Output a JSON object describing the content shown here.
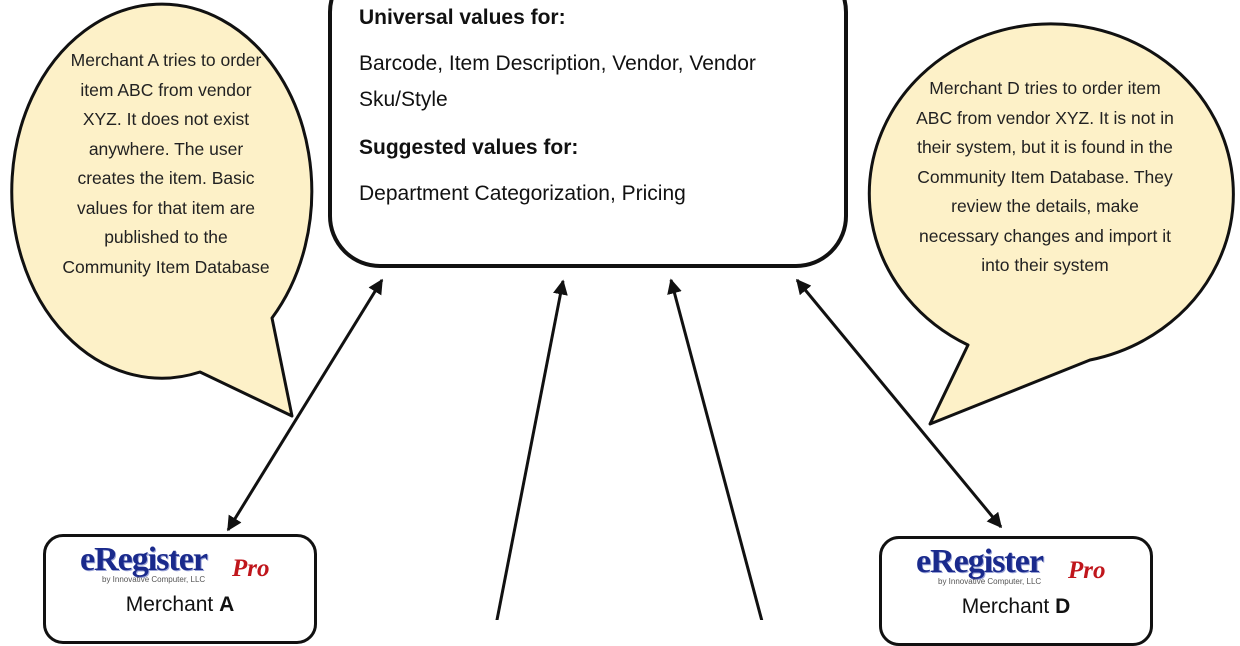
{
  "center": {
    "universal_heading": "Universal values for:",
    "universal_body": "Barcode, Item Description, Vendor, Vendor Sku/Style",
    "suggested_heading": "Suggested values for:",
    "suggested_body": "Department Categorization, Pricing"
  },
  "bubbles": {
    "a": "Merchant A tries to order item ABC from vendor XYZ.  It does not exist anywhere.  The user creates the item.  Basic values for that item are published to the Community Item Database",
    "d": "Merchant D tries to order item ABC from vendor XYZ.  It is not in their system, but it is found in the Community Item Database.  They review the details, make necessary changes and import it into their system"
  },
  "logo": {
    "main": "eRegister",
    "pro": "Pro",
    "sub": "by Innovative Computer, LLC"
  },
  "merchants": {
    "a": {
      "prefix": "Merchant ",
      "letter": "A"
    },
    "d": {
      "prefix": "Merchant ",
      "letter": "D"
    }
  },
  "colors": {
    "bubble_fill": "#fdf1c8",
    "stroke": "#111111",
    "logo_blue": "#1a2a8c",
    "logo_red": "#c0161c"
  }
}
